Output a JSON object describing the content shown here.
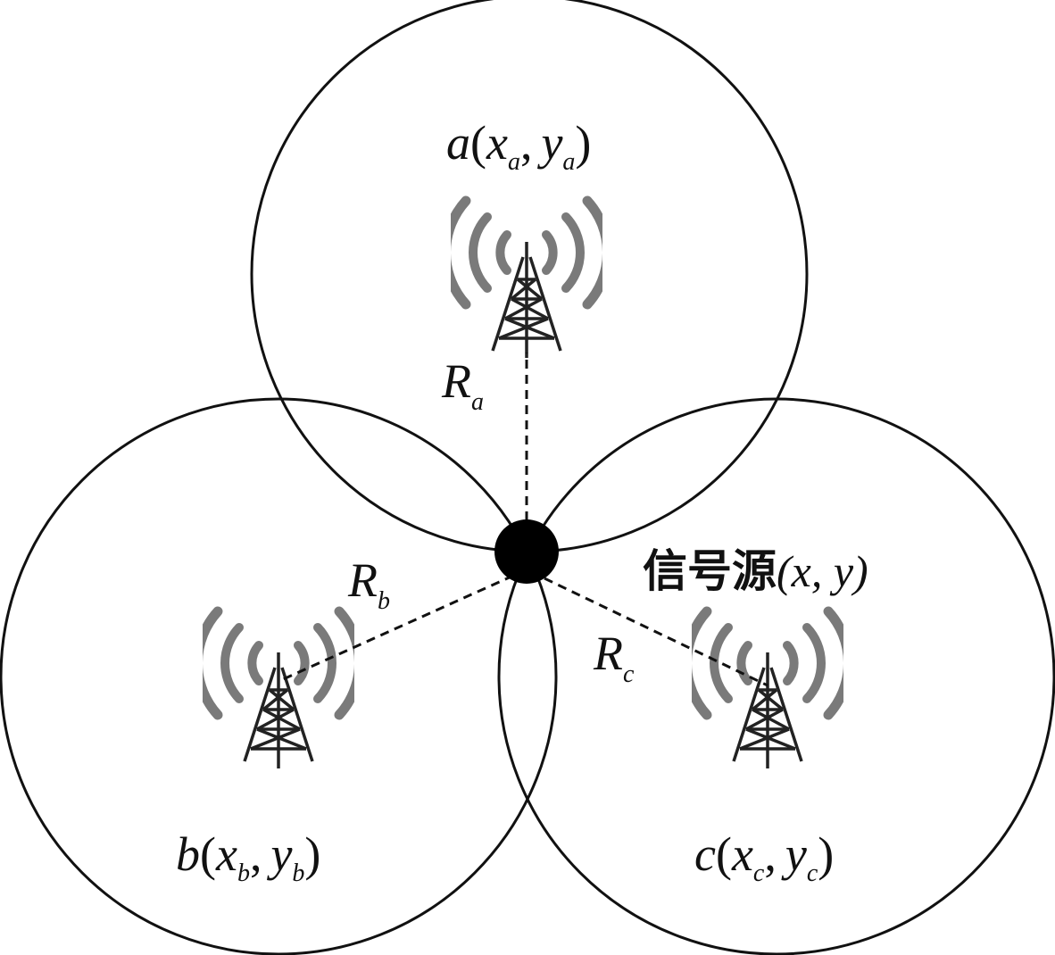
{
  "stations": {
    "a": {
      "name": "a",
      "coord_x": "x",
      "coord_x_sub": "a",
      "coord_y": "y",
      "coord_y_sub": "a",
      "radius_label": "R",
      "radius_sub": "a"
    },
    "b": {
      "name": "b",
      "coord_x": "x",
      "coord_x_sub": "b",
      "coord_y": "y",
      "coord_y_sub": "b",
      "radius_label": "R",
      "radius_sub": "b"
    },
    "c": {
      "name": "c",
      "coord_x": "x",
      "coord_x_sub": "c",
      "coord_y": "y",
      "coord_y_sub": "c",
      "radius_label": "R",
      "radius_sub": "c"
    }
  },
  "source": {
    "label": "信号源",
    "coords": "(x, y)"
  },
  "punct": {
    "open": "(",
    "comma": ",",
    "close": ")"
  },
  "icons": {
    "station": "radio-tower-icon",
    "source": "signal-source-dot"
  }
}
